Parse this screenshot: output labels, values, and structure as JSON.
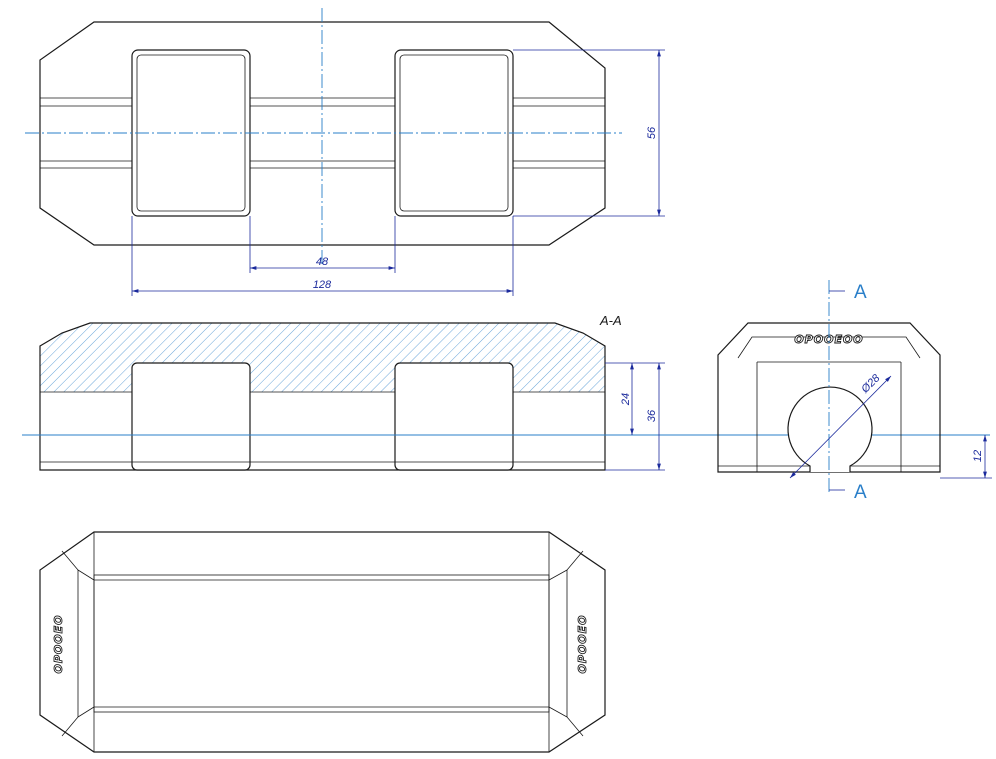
{
  "views": {
    "top": {
      "dimensions": {
        "inner_gap": "48",
        "outer_span": "128",
        "height": "56"
      }
    },
    "section": {
      "title": "A-A",
      "dimensions": {
        "bore_height": "24",
        "total_height": "36"
      }
    },
    "side": {
      "cut_mark_top": "A",
      "cut_mark_bottom": "A",
      "dimensions": {
        "bore_diameter": "Ø28",
        "offset": "12"
      },
      "logo": "OPOOEOO"
    },
    "bottom": {
      "logo_left": "OPOOEO",
      "logo_right": "OPOOEO"
    }
  },
  "colors": {
    "centerline": "#2a7fc9",
    "dimension": "#1b2a9c",
    "outline": "#1a1a1a"
  }
}
